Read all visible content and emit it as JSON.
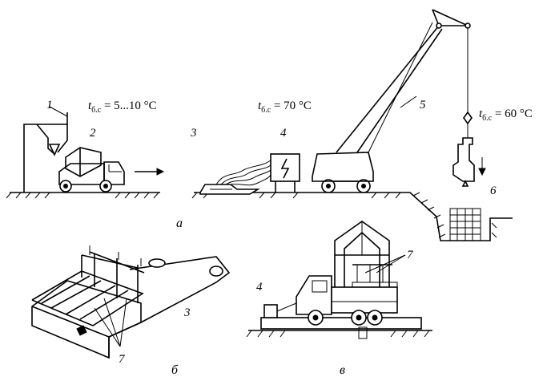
{
  "labels": {
    "n1": "1",
    "n2": "2",
    "n3": "3",
    "n4": "4",
    "n5": "5",
    "n6": "6",
    "n3b": "3",
    "n4v": "4",
    "n7b": "7",
    "n7v": "7"
  },
  "temperatures": {
    "t1": {
      "sym": "t",
      "sub": "б.с",
      "value": " = 5...10 °C"
    },
    "t2": {
      "sym": "t",
      "sub": "б.с",
      "value": " = 70 °C"
    },
    "t3": {
      "sym": "t",
      "sub": "б.с",
      "value": " = 60 °C"
    }
  },
  "captions": {
    "a": "а",
    "b": "б",
    "v": "в"
  }
}
